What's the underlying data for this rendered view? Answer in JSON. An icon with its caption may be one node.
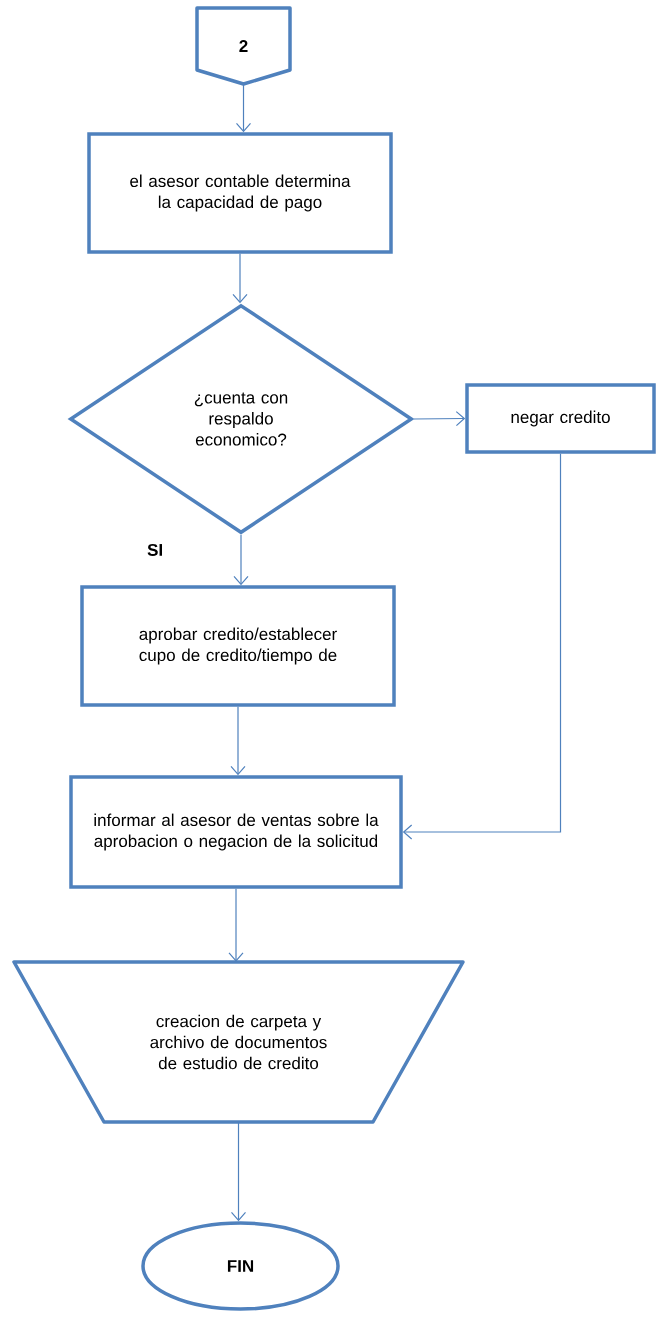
{
  "diagram": {
    "nodes": [
      {
        "text": [
          "2"
        ]
      },
      {
        "text": [
          "el asesor contable determina la capacidad de pago"
        ]
      },
      {
        "text": [
          "¿cuenta con respaldo economico?"
        ]
      },
      {
        "text": [
          "negar credito"
        ]
      },
      {
        "text": [
          "aprobar credito/establecer cupo de credito/tiempo de"
        ]
      },
      {
        "text": [
          "informar al asesor de ventas sobre la aprobacion o negacion de la solicitud"
        ]
      },
      {
        "text": [
          "creacion de carpeta y archivo de documentos de estudio de credito"
        ]
      },
      {
        "text": [
          "FIN"
        ]
      }
    ],
    "edges": [
      {
        "from": 0,
        "to": 1,
        "arrow": "to"
      },
      {
        "from": 1,
        "to": 2,
        "arrow": "to"
      },
      {
        "from": 2,
        "to": 3,
        "arrow": "to"
      },
      {
        "from": 2,
        "to": 4,
        "arrow": "to",
        "label": "SI"
      },
      {
        "from": 4,
        "to": 5,
        "arrow": "to"
      },
      {
        "from": 3,
        "to": 5,
        "arrow": "to"
      },
      {
        "from": 5,
        "to": 6,
        "arrow": "to"
      },
      {
        "from": 6,
        "to": 7,
        "arrow": "to"
      }
    ]
  }
}
